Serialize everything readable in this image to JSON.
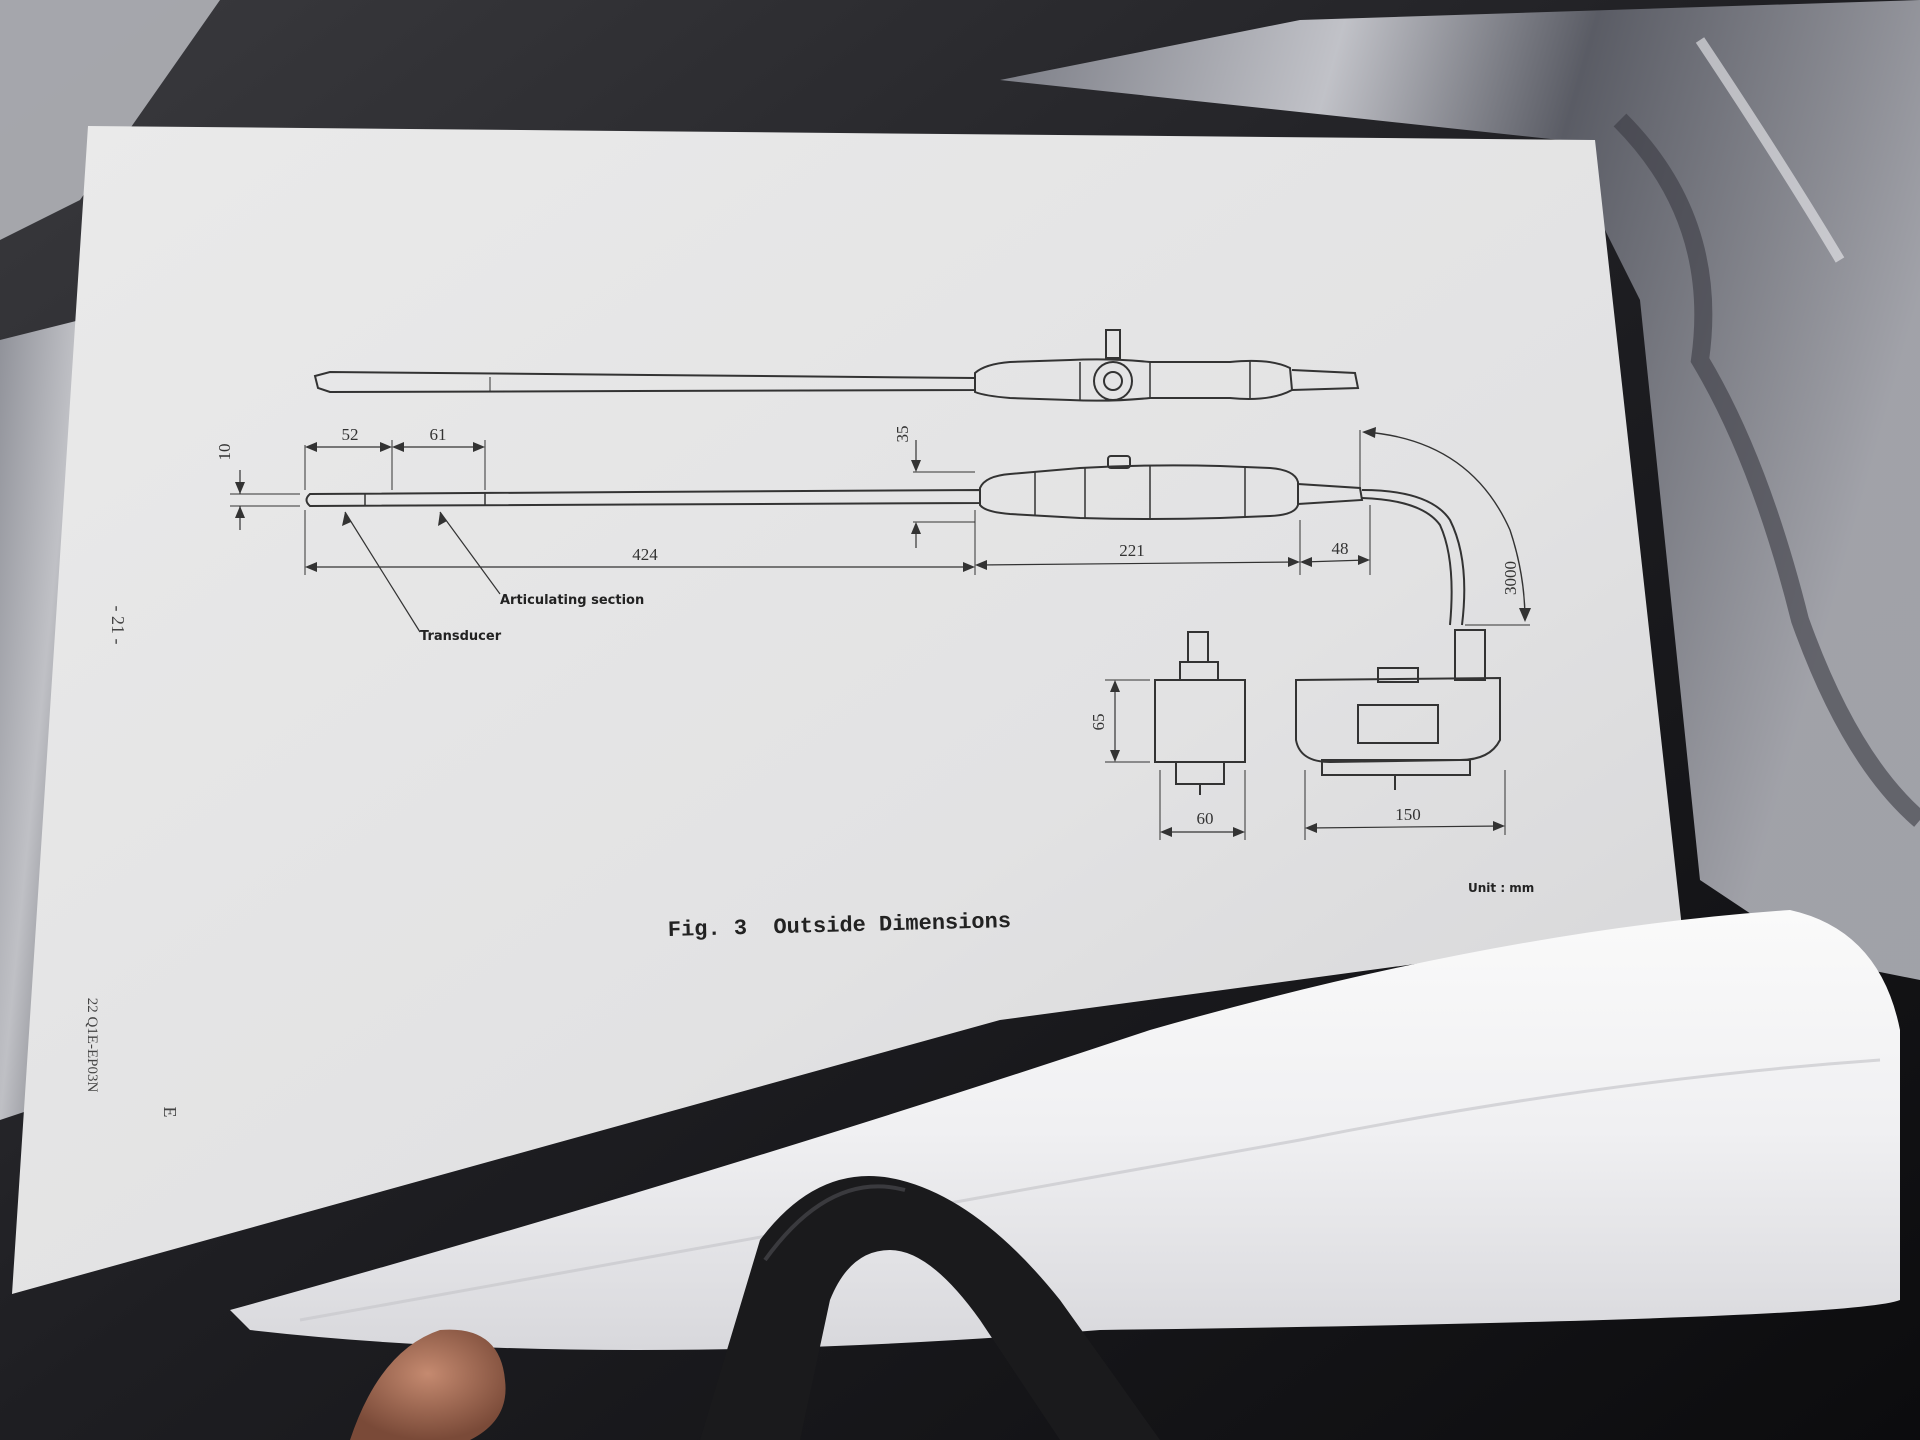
{
  "document": {
    "figure_caption": "Fig. 3  Outside Dimensions",
    "unit_note": "Unit : mm",
    "page_number": "- 21 -",
    "doc_code": "22 Q1E-EP03N",
    "margin_letter": "E"
  },
  "diagram": {
    "dimensions": {
      "d10": "10",
      "d52": "52",
      "d61": "61",
      "d35": "35",
      "d424": "424",
      "d221": "221",
      "d48": "48",
      "d3000": "3000",
      "d65": "65",
      "d60": "60",
      "d150": "150"
    },
    "labels": {
      "articulating": "Articulating section",
      "transducer": "Transducer"
    }
  }
}
